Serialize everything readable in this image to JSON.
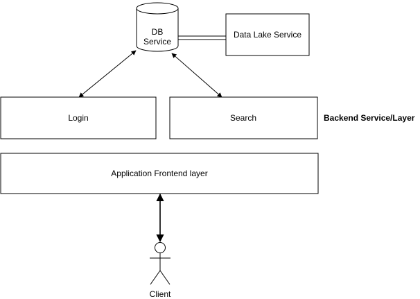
{
  "nodes": {
    "db_service": {
      "line1": "DB",
      "line2": "Service"
    },
    "data_lake": {
      "label": "Data Lake Service"
    },
    "login": {
      "label": "Login"
    },
    "search": {
      "label": "Search"
    },
    "frontend": {
      "label": "Application Frontend layer"
    },
    "client": {
      "label": "Client"
    }
  },
  "annotations": {
    "backend_layer": "Backend Service/Layer"
  },
  "connectors": [
    {
      "from": "db_service",
      "to": "login",
      "style": "bidirectional-arrow"
    },
    {
      "from": "db_service",
      "to": "search",
      "style": "bidirectional-arrow"
    },
    {
      "from": "db_service",
      "to": "data_lake",
      "style": "double-line"
    },
    {
      "from": "frontend",
      "to": "client",
      "style": "bidirectional-arrow"
    }
  ]
}
